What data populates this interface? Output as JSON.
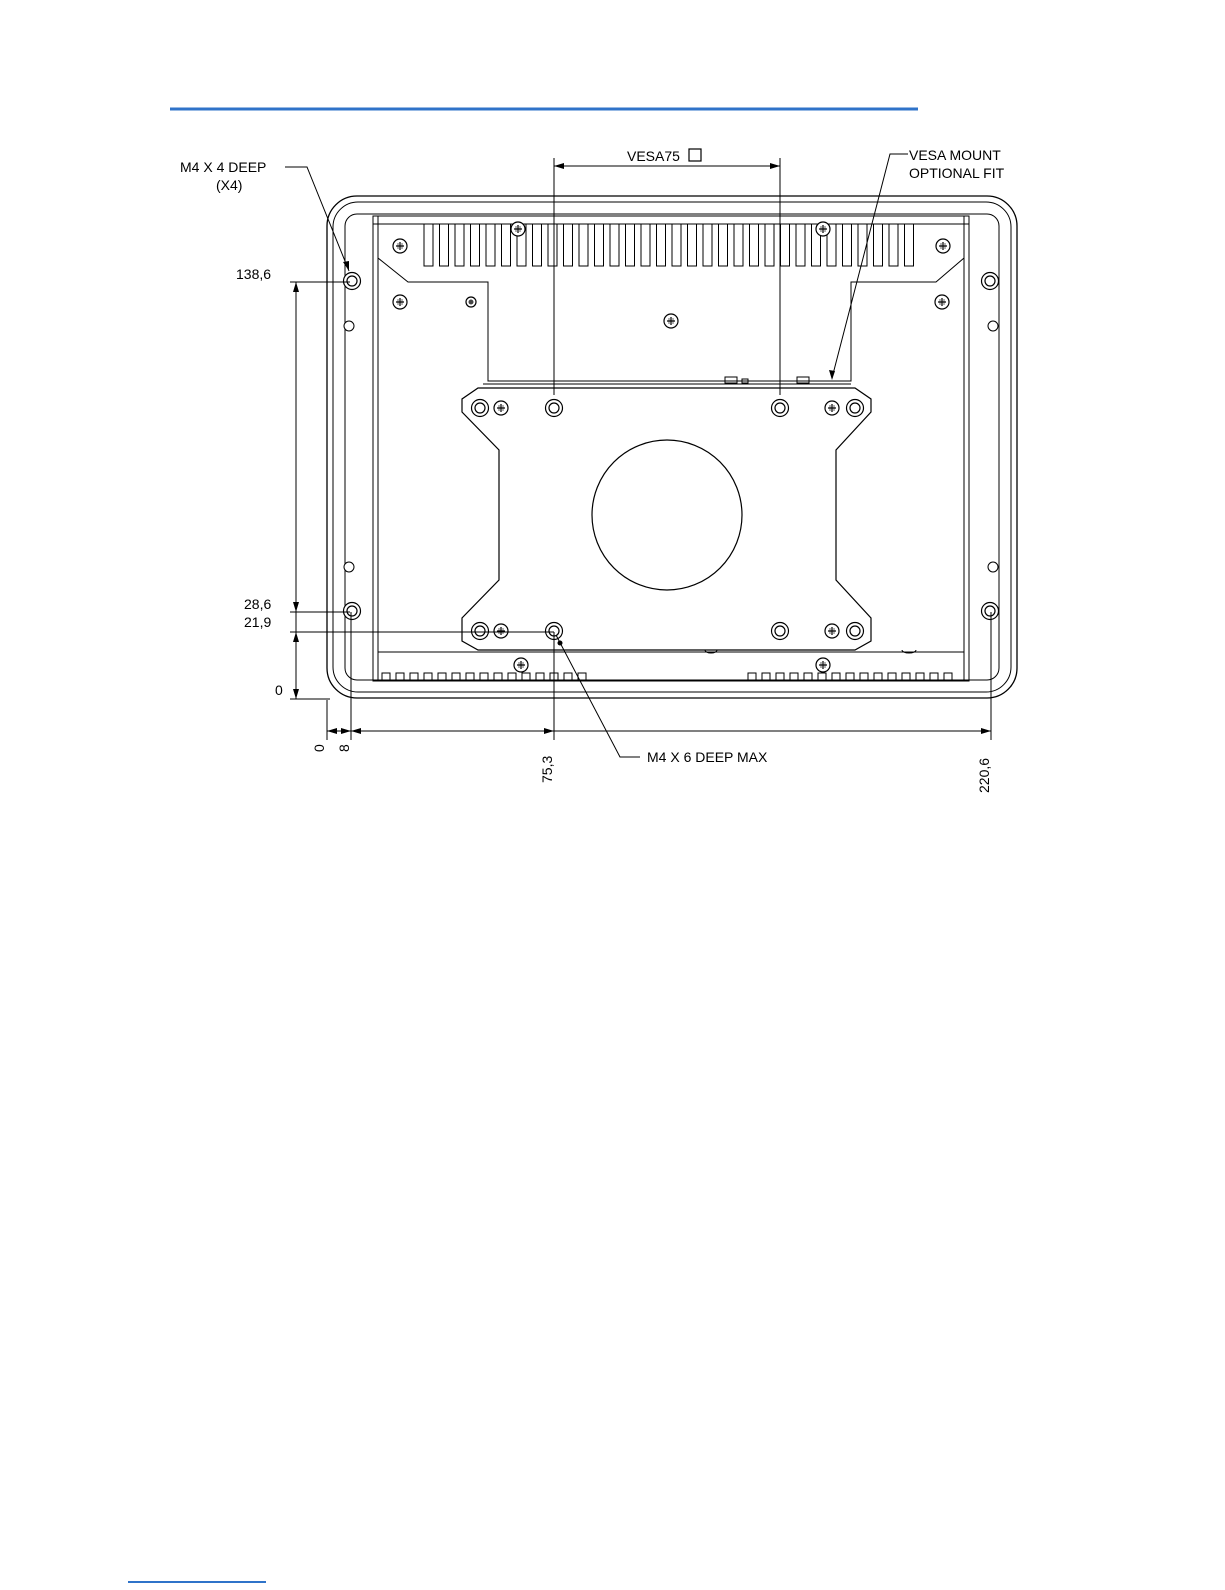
{
  "header": {
    "rule_color": "#2f73c9"
  },
  "footer": {
    "rule_color": "#2f73c9"
  },
  "callouts": {
    "top_left_line1": "M4 X 4 DEEP",
    "top_left_line2": "(X4)",
    "vesa_label": "VESA75",
    "vesa_square_glyph": "□",
    "top_right_line1": "VESA MOUNT",
    "top_right_line2": "OPTIONAL FIT",
    "bottom_callout": "M4 X 6 DEEP MAX"
  },
  "vertical_dimensions": [
    "138,6",
    "28,6",
    "21,9",
    "0"
  ],
  "horizontal_dimensions": [
    "0",
    "8",
    "75,3",
    "220,6"
  ],
  "icons": {
    "screw": "phillips-screw-icon",
    "hole": "mounting-hole-icon"
  }
}
